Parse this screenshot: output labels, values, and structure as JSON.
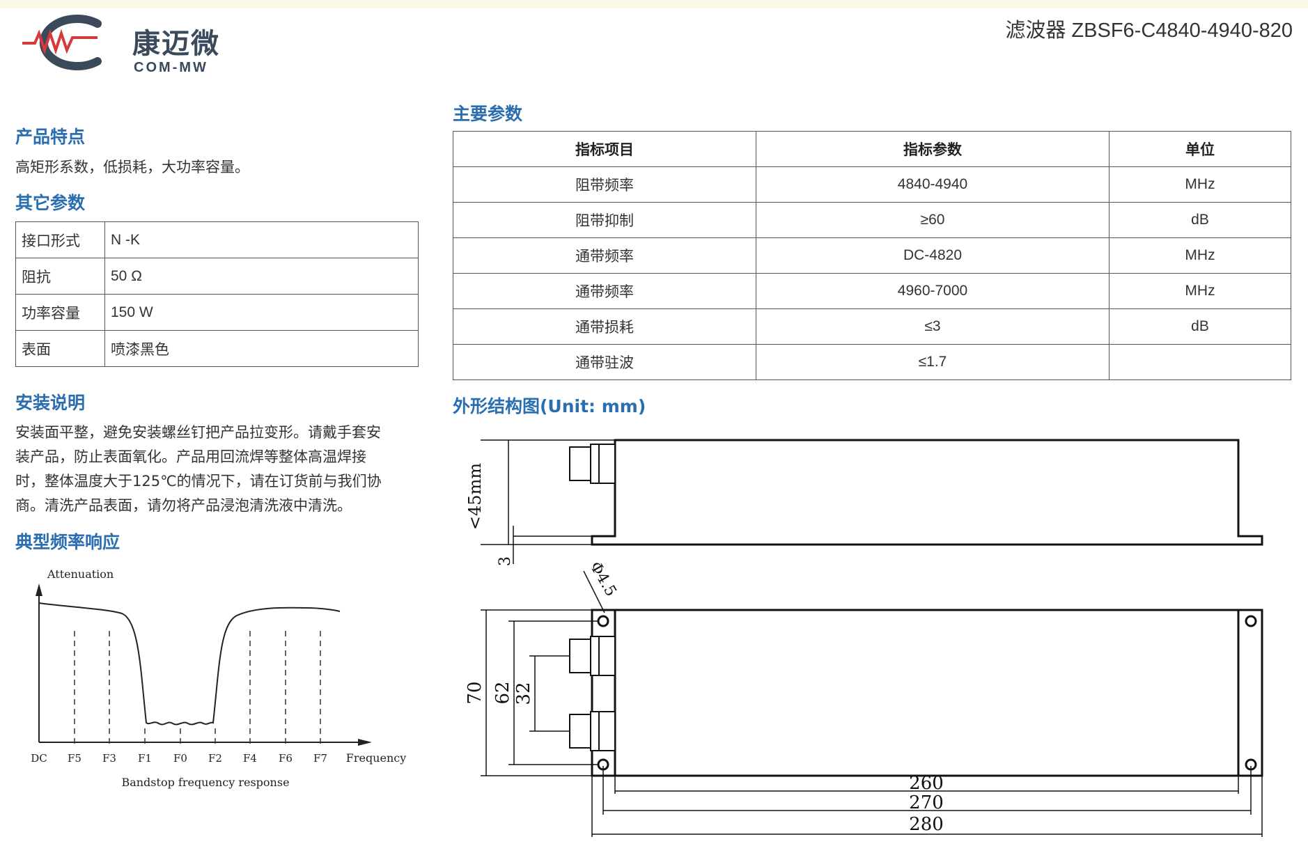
{
  "header": {
    "logo_cn": "康迈微",
    "logo_en": "COM-MW",
    "doc_title": "滤波器 ZBSF6-C4840-4940-820",
    "accent_color": "#2a6eb0",
    "logo_red": "#d43a3a"
  },
  "features": {
    "heading": "产品特点",
    "text": "高矩形系数，低损耗，大功率容量。"
  },
  "other_params": {
    "heading": "其它参数",
    "rows": [
      {
        "label": "接口形式",
        "value": "N -K"
      },
      {
        "label": "阻抗",
        "value": "50 Ω"
      },
      {
        "label": "功率容量",
        "value": "150 W"
      },
      {
        "label": "表面",
        "value": "喷漆黑色"
      }
    ]
  },
  "install": {
    "heading": "安装说明",
    "lines": [
      "安装面平整，避免安装螺丝钉把产品拉变形。请戴手套安",
      "装产品，防止表面氧化。产品用回流焊等整体高温焊接",
      "时，整体温度大于125℃的情况下，请在订货前与我们协",
      "商。清洗产品表面，请勿将产品浸泡清洗液中清洗。"
    ]
  },
  "response": {
    "heading": "典型频率响应",
    "y_label": "Attenuation",
    "x_label": "Frequency",
    "caption": "Bandstop frequency response",
    "ticks": [
      "DC",
      "F5",
      "F3",
      "F1",
      "F0",
      "F2",
      "F4",
      "F6",
      "F7"
    ]
  },
  "main_params": {
    "heading": "主要参数",
    "columns": [
      "指标项目",
      "指标参数",
      "单位"
    ],
    "rows": [
      [
        "阻带频率",
        "4840-4940",
        "MHz"
      ],
      [
        "阻带抑制",
        "≥60",
        "dB"
      ],
      [
        "通带频率",
        "DC-4820",
        "MHz"
      ],
      [
        "通带频率",
        "4960-7000",
        "MHz"
      ],
      [
        "通带损耗",
        "≤3",
        "dB"
      ],
      [
        "通带驻波",
        "≤1.7",
        ""
      ]
    ]
  },
  "drawing": {
    "heading": "外形结构图(Unit: mm)",
    "dims": {
      "height": "<45mm",
      "flange": "3",
      "hole": "Φ4.5",
      "width": "70",
      "hole_span": "62",
      "port_span": "32",
      "body_len": "260",
      "hole_len": "270",
      "total_len": "280"
    }
  }
}
